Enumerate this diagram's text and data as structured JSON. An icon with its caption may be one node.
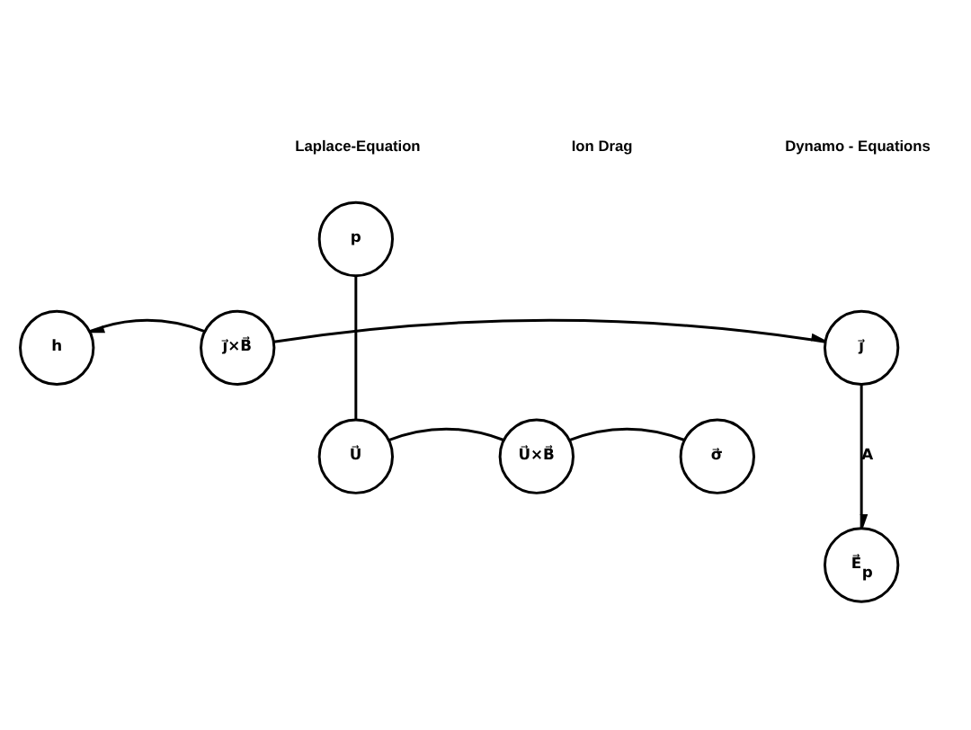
{
  "diagram": {
    "nodes": [
      {
        "text": [
          "p"
        ]
      },
      {
        "text": [
          "h"
        ]
      },
      {
        "text": [
          "j⃗×B⃗"
        ]
      },
      {
        "text": [
          "j⃗"
        ]
      },
      {
        "text": [
          "U⃗"
        ]
      },
      {
        "text": [
          "U⃗×B⃗"
        ]
      },
      {
        "text": [
          "σ⃗"
        ]
      },
      {
        "text": [
          "E⃗$_{p}$"
        ]
      }
    ],
    "edges": [
      {
        "from": 0,
        "to": 4,
        "arrow": "none"
      },
      {
        "from": 2,
        "to": 1,
        "arrow": "to"
      },
      {
        "from": 2,
        "to": 3,
        "arrow": "to"
      },
      {
        "from": 4,
        "to": 5,
        "arrow": "none"
      },
      {
        "from": 5,
        "to": 6,
        "arrow": "none"
      },
      {
        "from": 3,
        "to": 7,
        "arrow": "to",
        "label": "A"
      }
    ],
    "labels": [
      "Laplace-Equation",
      "Ion Drag",
      "Dynamo - Equations"
    ]
  }
}
